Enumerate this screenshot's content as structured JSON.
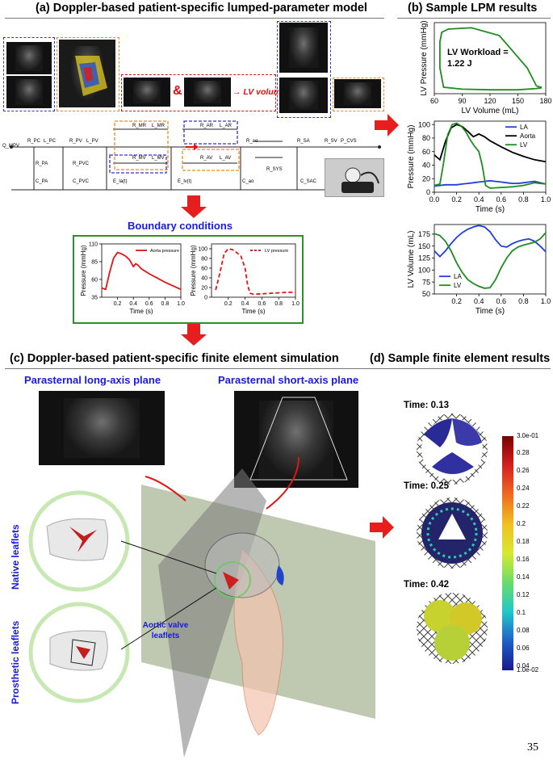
{
  "panels": {
    "a": "(a) Doppler-based patient-specific lumped-parameter model",
    "b": "(b) Sample LPM results",
    "c": "(c) Doppler-based patient-specific finite element simulation",
    "d": "(d) Sample finite element results"
  },
  "lv_volume_label": "→ LV volume",
  "ampersand": "&",
  "circuit_labels": [
    "Q_MPV",
    "R_PC",
    "L_PC",
    "R_PV",
    "L_PV",
    "R_PA",
    "C_PA",
    "R_PVC",
    "C_PVC",
    "R_MR",
    "L_MR",
    "R_MV",
    "L_MV",
    "R_AR",
    "L_AR",
    "R_AV",
    "L_AV",
    "R_ao",
    "R_SA",
    "R_SV",
    "P_CVS",
    "R_SYS",
    "C_ao",
    "C_SAC",
    "E_la(t)",
    "E_lv(t)"
  ],
  "boundary_title": "Boundary conditions",
  "page_number": "35",
  "plane_long": "Parasternal long-axis plane",
  "plane_short": "Parasternal short-axis plane",
  "native_label": "Native leaflets",
  "prosthetic_label": "Prosthetic leaflets",
  "aortic_label": "Aortic valve leaflets",
  "times": [
    "Time: 0.13",
    "Time: 0.25",
    "Time: 0.42"
  ],
  "colorbar": {
    "max_label": "3.0e-01",
    "min_label": "1.0e-02",
    "ticks": [
      "0.28",
      "0.26",
      "0.24",
      "0.22",
      "0.2",
      "0.18",
      "0.16",
      "0.14",
      "0.12",
      "0.1",
      "0.08",
      "0.06",
      "0.04"
    ]
  },
  "chart_data": [
    {
      "type": "line",
      "id": "lv-pv-loop",
      "xlabel": "LV Volume (mL)",
      "ylabel": "LV Pressure (mmHg)",
      "xticks": [
        "60",
        "90",
        "120",
        "150",
        "180"
      ],
      "xlim": [
        60,
        180
      ],
      "ylim": [
        0,
        110
      ],
      "annotation": "LV Workload = 1.22 J",
      "series": [
        {
          "color": "#1e8c1e",
          "x": [
            170,
            160,
            130,
            100,
            75,
            68,
            66,
            66,
            70,
            90,
            120,
            150,
            170,
            175,
            175,
            172,
            170
          ],
          "y": [
            12,
            40,
            90,
            102,
            100,
            95,
            80,
            40,
            10,
            7,
            6,
            6,
            8,
            9,
            10,
            11,
            12
          ]
        }
      ]
    },
    {
      "type": "line",
      "id": "pressure-time",
      "xlabel": "Time (s)",
      "ylabel": "Pressure (mmHg)",
      "xticks": [
        "0.0",
        "0.2",
        "0.4",
        "0.6",
        "0.8",
        "1.0"
      ],
      "yticks": [
        "0",
        "20",
        "40",
        "60",
        "80",
        "100"
      ],
      "xlim": [
        0,
        1.0
      ],
      "ylim": [
        0,
        105
      ],
      "legend": "top-right",
      "series": [
        {
          "name": "LA",
          "color": "#1f3fd8",
          "x": [
            0,
            0.05,
            0.1,
            0.15,
            0.2,
            0.25,
            0.3,
            0.35,
            0.4,
            0.45,
            0.5,
            0.55,
            0.6,
            0.65,
            0.7,
            0.75,
            0.8,
            0.85,
            0.9,
            0.95,
            1.0
          ],
          "y": [
            9,
            10,
            11,
            11,
            11,
            12,
            13,
            14,
            15,
            16,
            17,
            16,
            15,
            14,
            13,
            13,
            14,
            15,
            16,
            14,
            12
          ]
        },
        {
          "name": "Aorta",
          "color": "#000000",
          "x": [
            0,
            0.05,
            0.1,
            0.15,
            0.2,
            0.25,
            0.3,
            0.35,
            0.4,
            0.45,
            0.5,
            0.6,
            0.7,
            0.8,
            0.9,
            1.0
          ],
          "y": [
            55,
            48,
            75,
            95,
            100,
            97,
            90,
            82,
            86,
            82,
            76,
            67,
            59,
            53,
            48,
            45
          ]
        },
        {
          "name": "LV",
          "color": "#1e8c1e",
          "x": [
            0,
            0.05,
            0.08,
            0.12,
            0.16,
            0.2,
            0.24,
            0.28,
            0.32,
            0.36,
            0.4,
            0.43,
            0.46,
            0.5,
            0.6,
            0.7,
            0.8,
            0.9,
            0.95,
            1.0
          ],
          "y": [
            10,
            12,
            40,
            85,
            100,
            102,
            98,
            90,
            78,
            68,
            60,
            40,
            10,
            6,
            7,
            8,
            10,
            14,
            13,
            12
          ]
        }
      ]
    },
    {
      "type": "line",
      "id": "volume-time",
      "xlabel": "Time (s)",
      "ylabel": "LV Volume (mL)",
      "xticks": [
        "0.2",
        "0.4",
        "0.6",
        "0.8",
        "1.0"
      ],
      "yticks": [
        "50",
        "75",
        "100",
        "125",
        "150",
        "175"
      ],
      "xlim": [
        0,
        1.0
      ],
      "ylim": [
        50,
        195
      ],
      "legend": "bottom-left",
      "series": [
        {
          "name": "LA",
          "color": "#1f3fd8",
          "x": [
            0,
            0.05,
            0.1,
            0.15,
            0.2,
            0.25,
            0.3,
            0.35,
            0.4,
            0.45,
            0.5,
            0.55,
            0.6,
            0.65,
            0.7,
            0.75,
            0.8,
            0.85,
            0.9,
            0.95,
            1.0
          ],
          "y": [
            140,
            128,
            140,
            155,
            168,
            178,
            185,
            190,
            193,
            190,
            180,
            163,
            150,
            148,
            155,
            160,
            163,
            165,
            160,
            150,
            138
          ]
        },
        {
          "name": "LV",
          "color": "#1e8c1e",
          "x": [
            0,
            0.05,
            0.1,
            0.15,
            0.2,
            0.25,
            0.3,
            0.35,
            0.4,
            0.45,
            0.5,
            0.55,
            0.6,
            0.65,
            0.7,
            0.75,
            0.8,
            0.85,
            0.9,
            0.95,
            1.0
          ],
          "y": [
            176,
            172,
            160,
            140,
            115,
            95,
            80,
            72,
            66,
            62,
            63,
            80,
            105,
            125,
            140,
            148,
            152,
            155,
            158,
            165,
            178
          ]
        }
      ]
    },
    {
      "type": "line",
      "id": "aorta-bc",
      "xlabel": "Time (s)",
      "ylabel": "Pressure (mmHg)",
      "xticks": [
        "0.2",
        "0.4",
        "0.6",
        "0.8",
        "1.0"
      ],
      "yticks": [
        "35",
        "60",
        "85",
        "110"
      ],
      "xlim": [
        0,
        1.0
      ],
      "ylim": [
        35,
        110
      ],
      "legend": "top-right",
      "series": [
        {
          "name": "Aorta pressure",
          "color": "#e01616",
          "x": [
            0,
            0.05,
            0.1,
            0.15,
            0.2,
            0.25,
            0.3,
            0.35,
            0.4,
            0.43,
            0.46,
            0.5,
            0.6,
            0.7,
            0.8,
            0.9,
            1.0
          ],
          "y": [
            48,
            46,
            70,
            90,
            98,
            96,
            93,
            88,
            78,
            82,
            80,
            75,
            68,
            62,
            56,
            51,
            46
          ]
        }
      ]
    },
    {
      "type": "line",
      "id": "lv-bc",
      "xlabel": "Time (s)",
      "ylabel": "Pressure (mmHg)",
      "xticks": [
        "0.2",
        "0.4",
        "0.6",
        "0.8",
        "1.0"
      ],
      "yticks": [
        "0",
        "20",
        "40",
        "60",
        "80",
        "100"
      ],
      "xlim": [
        0,
        1.0
      ],
      "ylim": [
        0,
        110
      ],
      "legend": "top-right",
      "series": [
        {
          "name": "LV pressure",
          "color": "#e01616",
          "x": [
            0.05,
            0.1,
            0.15,
            0.2,
            0.25,
            0.3,
            0.35,
            0.4,
            0.43,
            0.46,
            0.5,
            0.6,
            0.7,
            0.8,
            0.9,
            1.0
          ],
          "y": [
            15,
            50,
            90,
            100,
            98,
            92,
            85,
            60,
            25,
            8,
            6,
            7,
            8,
            9,
            10,
            10
          ]
        }
      ]
    }
  ]
}
